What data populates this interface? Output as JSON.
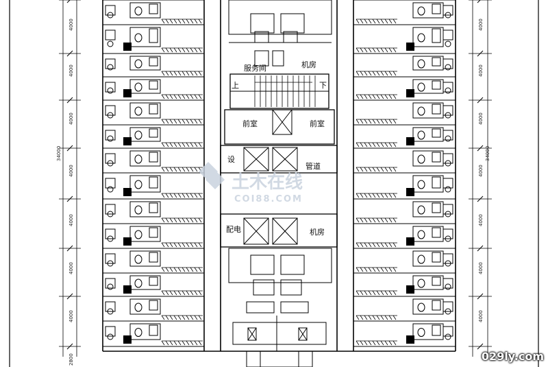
{
  "labels": {
    "service_room": "服务间",
    "machine_room_top": "机房",
    "up": "上",
    "down": "下",
    "front_room_left": "前室",
    "front_room_right": "前室",
    "pipe_shaft_left": "设",
    "pipe_shaft_right": "管道",
    "power_room": "配电",
    "machine_room_bottom": "机房"
  },
  "dimensions": {
    "left_total": "34000",
    "right_total": "34000",
    "bays": [
      "4000",
      "4000",
      "4000",
      "4000",
      "4000",
      "4000",
      "4000"
    ],
    "bottom_bay": "2800"
  },
  "watermark": {
    "text": "土木在线",
    "subtext": "COI88.COM"
  },
  "site_mark": "029ly.com"
}
